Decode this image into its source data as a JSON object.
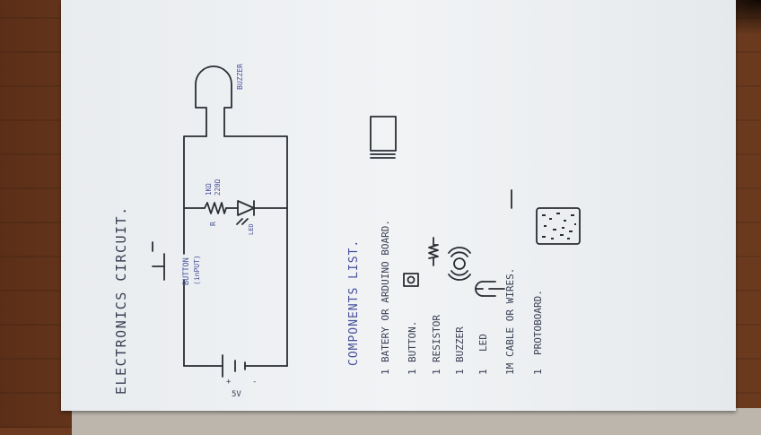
{
  "notebook": {
    "title": "ELECTRONICS CIRCUIT.",
    "voltage_label": "5V",
    "plus_sign": "+",
    "minus_sign": "-",
    "button_label": "BUTTON",
    "button_sublabel": "(inPUT)",
    "resistor_label": "R",
    "resistor_value": "1KΩ",
    "resistor_value2": "220Ω",
    "led_label": "LED",
    "buzzer_label": "BUZZER",
    "components_heading": "COMPONENTS LIST.",
    "components": [
      {
        "qty": "1",
        "name": "BATERY OR ARDUINO BOARD."
      },
      {
        "qty": "1",
        "name": "BUTTON."
      },
      {
        "qty": "1",
        "name": "RESISTOR"
      },
      {
        "qty": "1",
        "name": "BUZZER"
      },
      {
        "qty": "1",
        "name": "LED"
      },
      {
        "qty": "1M",
        "name": "CABLE OR WIRES."
      },
      {
        "qty": "1",
        "name": "PROTOBOARD."
      }
    ]
  }
}
